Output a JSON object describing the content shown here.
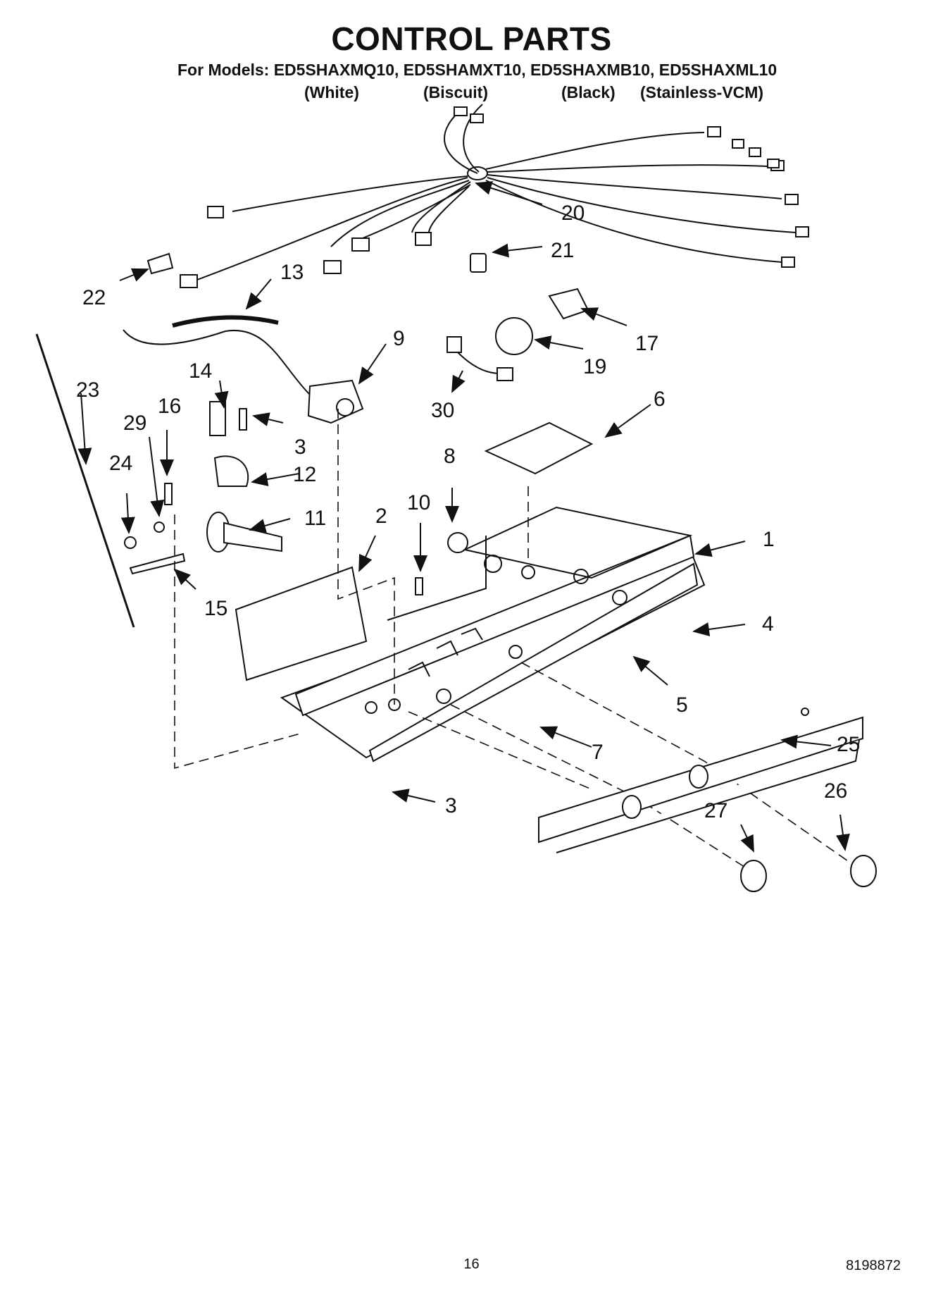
{
  "header": {
    "title": "CONTROL PARTS",
    "models_line": "For Models: ED5SHAXMQ10, ED5SHAMXT10, ED5SHAXMB10, ED5SHAXML10",
    "variants": [
      "(White)",
      "(Biscuit)",
      "(Black)",
      "(Stainless-VCM)"
    ]
  },
  "callouts": [
    "20",
    "21",
    "22",
    "13",
    "17",
    "19",
    "9",
    "14",
    "3",
    "16",
    "29",
    "23",
    "24",
    "12",
    "11",
    "30",
    "6",
    "8",
    "10",
    "2",
    "1",
    "15",
    "4",
    "5",
    "7",
    "25",
    "3",
    "26",
    "27"
  ],
  "footer": {
    "page_number": "16",
    "doc_number": "8198872"
  }
}
